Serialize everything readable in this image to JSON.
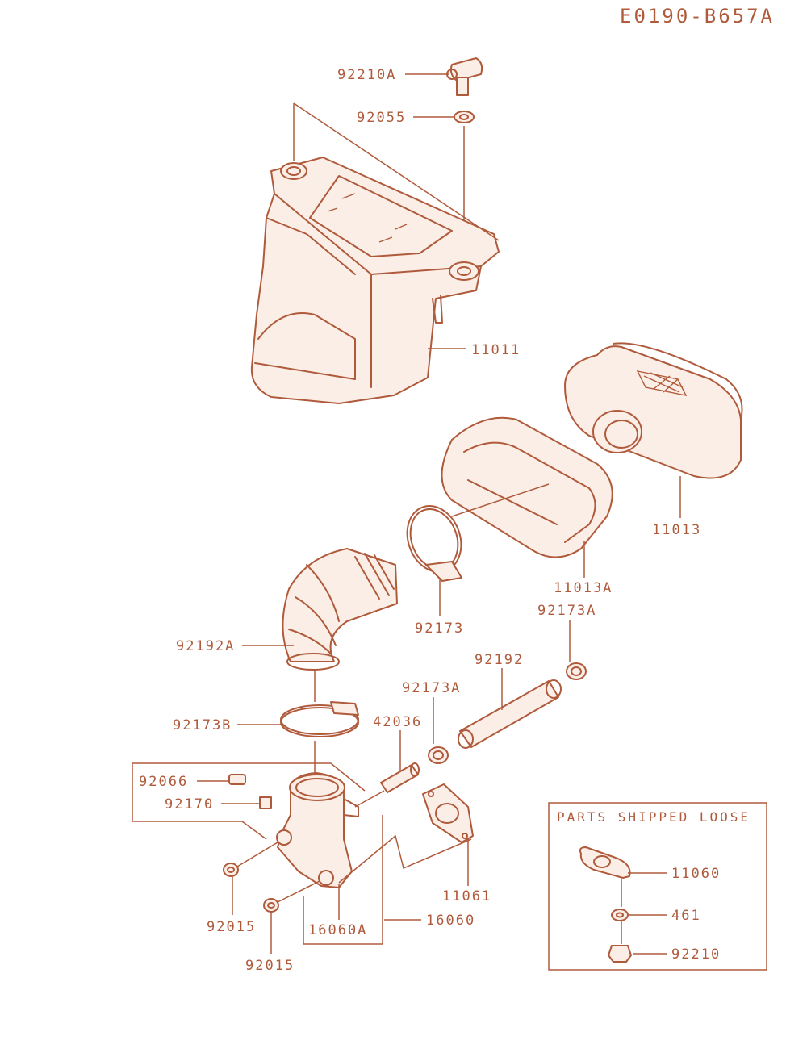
{
  "diagram_code": "E0190-B657A",
  "loose_box": {
    "title": "PARTS SHIPPED LOOSE"
  },
  "parts": [
    {
      "id": "92210A"
    },
    {
      "id": "92055"
    },
    {
      "id": "11011"
    },
    {
      "id": "11013"
    },
    {
      "id": "11013A"
    },
    {
      "id": "92173"
    },
    {
      "id": "92173A"
    },
    {
      "id": "92192A"
    },
    {
      "id": "92192"
    },
    {
      "id": "92173A"
    },
    {
      "id": "92173B"
    },
    {
      "id": "42036"
    },
    {
      "id": "92066"
    },
    {
      "id": "92170"
    },
    {
      "id": "11061"
    },
    {
      "id": "16060"
    },
    {
      "id": "16060A"
    },
    {
      "id": "92015"
    },
    {
      "id": "92015"
    },
    {
      "id": "11060"
    },
    {
      "id": "461"
    },
    {
      "id": "92210"
    }
  ],
  "colors": {
    "line": "#b05a3c"
  }
}
